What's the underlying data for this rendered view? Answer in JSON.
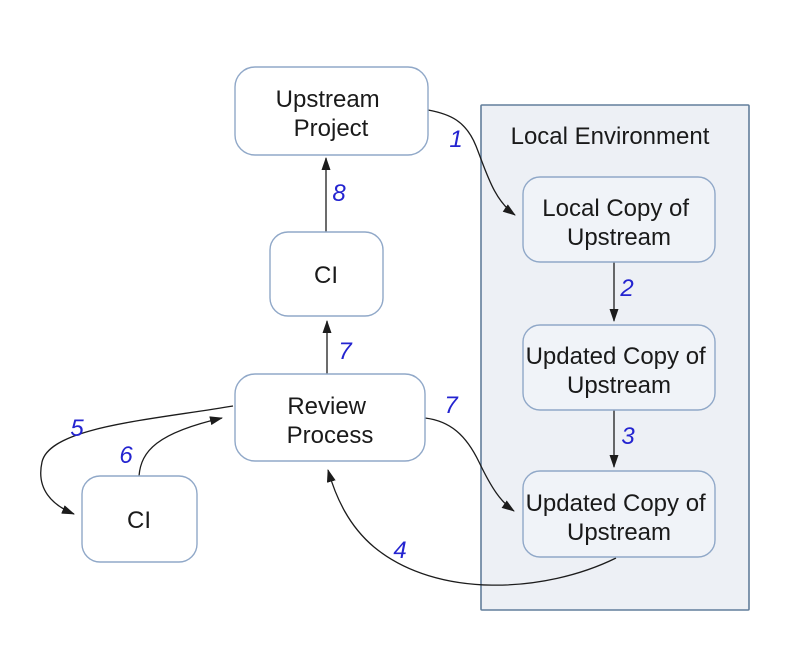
{
  "diagram": {
    "container": {
      "title": "Local Environment"
    },
    "nodes": {
      "upstream_project": {
        "line1": "Upstream",
        "line2": "Project"
      },
      "ci_upper": {
        "label": "CI"
      },
      "review_process": {
        "line1": "Review",
        "line2": "Process"
      },
      "ci_lower": {
        "label": "CI"
      },
      "local_copy": {
        "line1": "Local Copy of",
        "line2": "Upstream"
      },
      "updated_copy_1": {
        "line1": "Updated Copy of",
        "line2": "Upstream"
      },
      "updated_copy_2": {
        "line1": "Updated Copy of",
        "line2": "Upstream"
      }
    },
    "edge_labels": {
      "step1": "1",
      "step2": "2",
      "step3": "3",
      "step4": "4",
      "step5": "5",
      "step6": "6",
      "step7_upper": "7",
      "step7_right": "7",
      "step8": "8"
    },
    "colors": {
      "node_border": "#90a8c8",
      "container_border": "#627e9b",
      "container_fill": "#edf0f5",
      "node_fill": "#ffffff",
      "container_node_fill": "#f0f3f8",
      "arrow": "#1c1c1c",
      "step_label": "#2424d0",
      "text": "#1a1a1a"
    }
  }
}
